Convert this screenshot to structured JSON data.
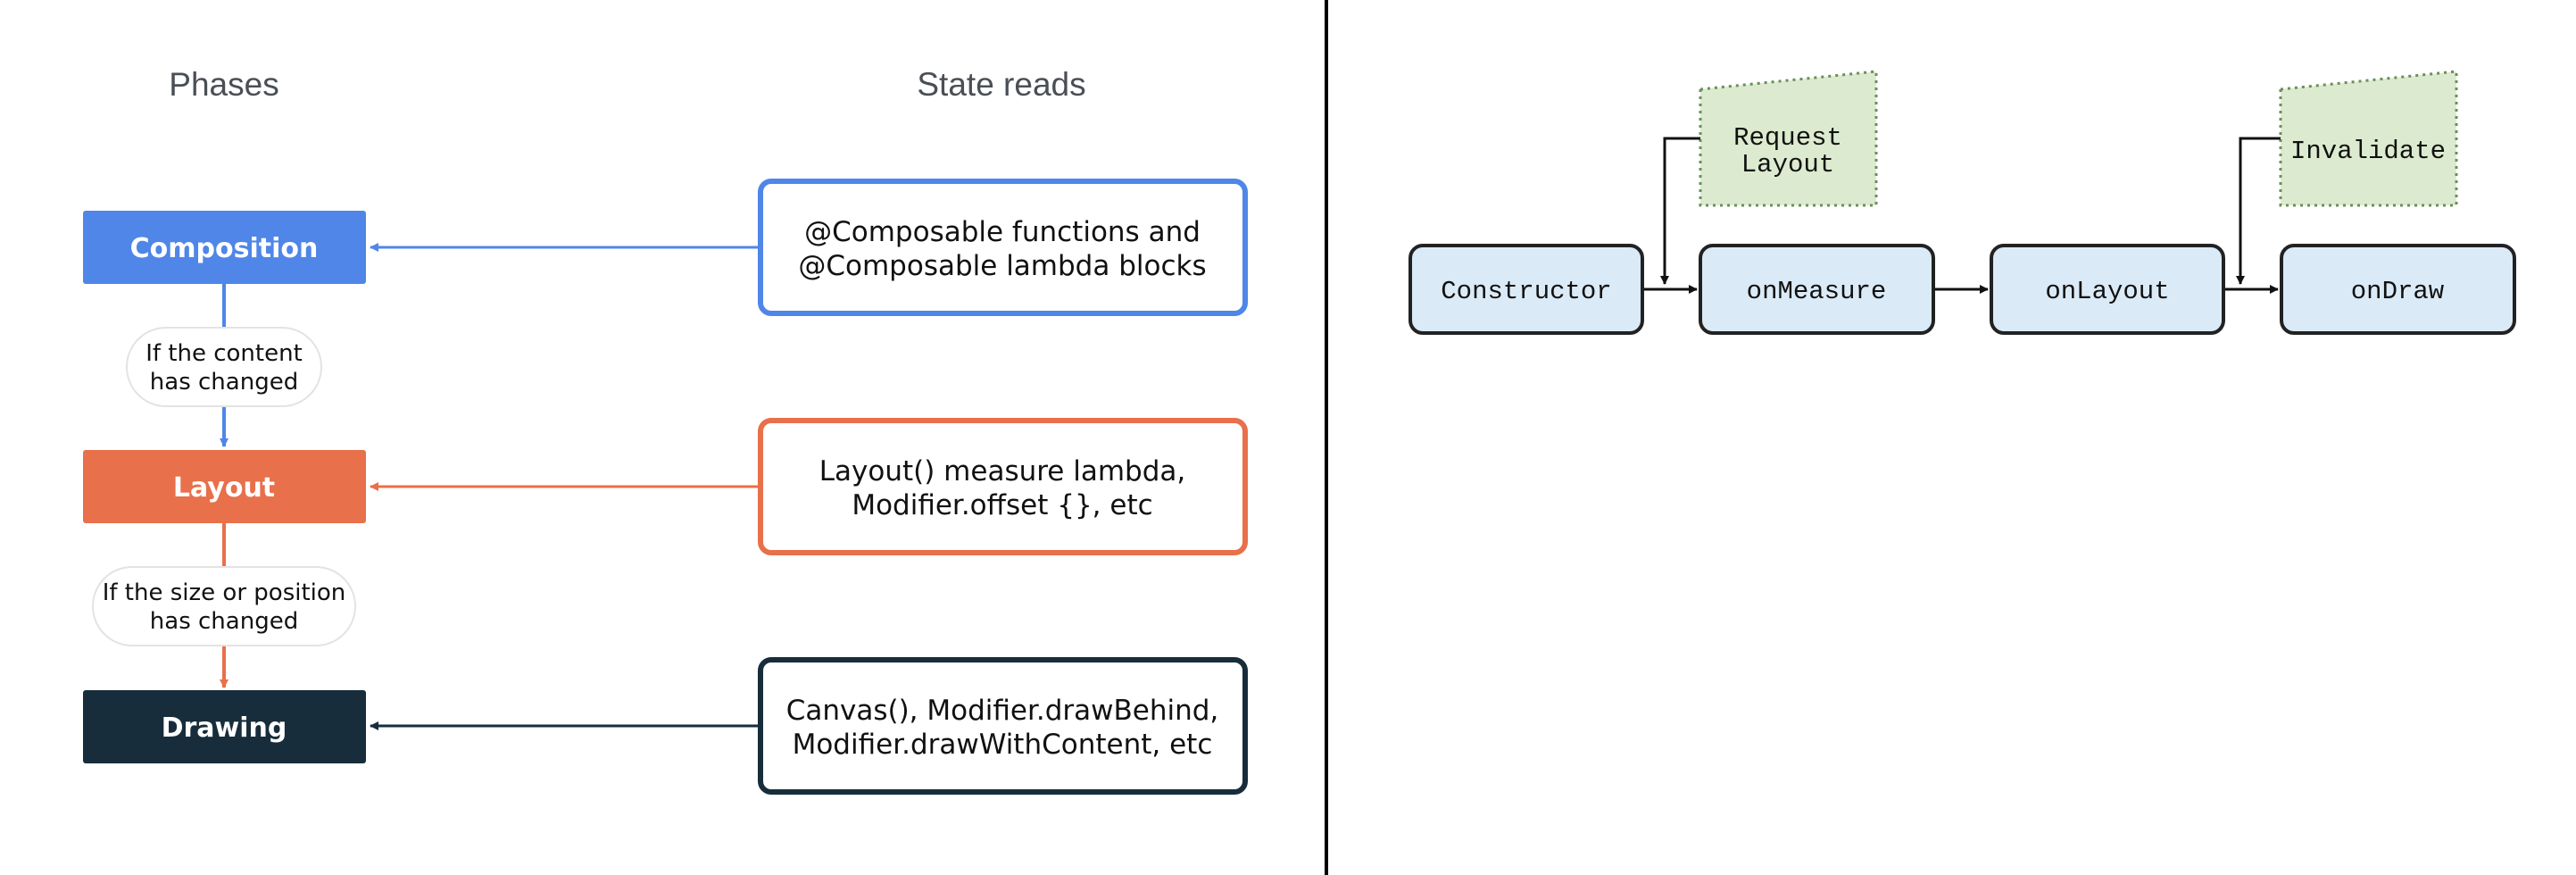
{
  "left_panel": {
    "headers": {
      "phases": "Phases",
      "state_reads": "State reads"
    },
    "phases": [
      {
        "label": "Composition",
        "color": "#4f86e8"
      },
      {
        "label": "Layout",
        "color": "#e8704a"
      },
      {
        "label": "Drawing",
        "color": "#172d3b"
      }
    ],
    "state_reads": [
      {
        "lines": [
          "@Composable functions and",
          "@Composable lambda blocks"
        ],
        "color": "#4f86e8"
      },
      {
        "lines": [
          "Layout() measure lambda,",
          "Modifier.offset {}, etc"
        ],
        "color": "#e8704a"
      },
      {
        "lines": [
          "Canvas(), Modifier.drawBehind,",
          "Modifier.drawWithContent, etc"
        ],
        "color": "#172d3b"
      }
    ],
    "conditions": [
      {
        "lines": [
          "If the content",
          "has changed"
        ]
      },
      {
        "lines": [
          "If the size or position",
          "has changed"
        ]
      }
    ]
  },
  "right_panel": {
    "nodes": [
      {
        "label": "Constructor"
      },
      {
        "label": "onMeasure"
      },
      {
        "label": "onLayout"
      },
      {
        "label": "onDraw"
      }
    ],
    "notes": [
      {
        "lines": [
          "Request",
          "Layout"
        ]
      },
      {
        "lines": [
          "Invalidate"
        ]
      }
    ],
    "colors": {
      "node_fill": "#dbeaf7",
      "note_fill": "#dcebcf",
      "stroke": "#222222"
    }
  }
}
